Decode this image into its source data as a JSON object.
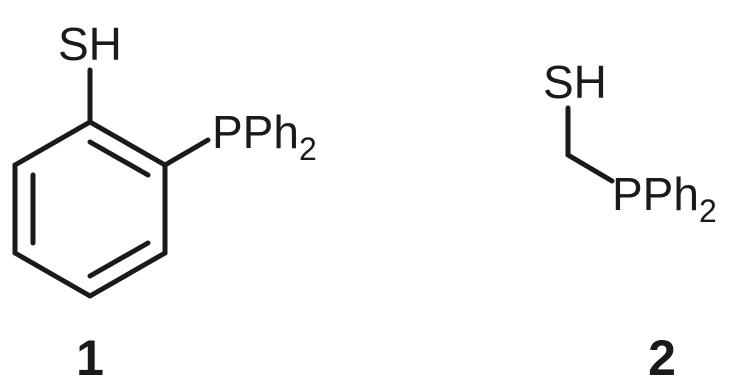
{
  "compounds": [
    {
      "label": "1",
      "atoms": {
        "thiol": "SH",
        "phosphine_main": "PPh",
        "phosphine_sub": "2"
      }
    },
    {
      "label": "2",
      "atoms": {
        "thiol": "SH",
        "phosphine_main": "PPh",
        "phosphine_sub": "2"
      }
    }
  ],
  "colors": {
    "ink": "#1a1a1a",
    "background": "#ffffff"
  }
}
